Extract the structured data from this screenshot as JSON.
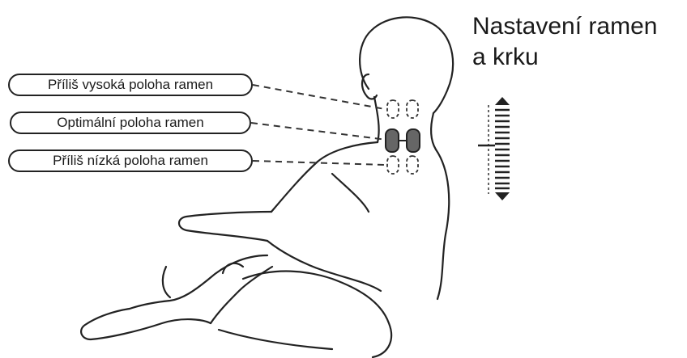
{
  "title": {
    "line1": "Nastavení ramen",
    "line2": "a krku"
  },
  "callouts": [
    {
      "label": "Příliš vysoká poloha ramen",
      "state": "too-high"
    },
    {
      "label": "Optimální poloha ramen",
      "state": "optimal"
    },
    {
      "label": "Příliš nízká poloha ramen",
      "state": "too-low"
    }
  ],
  "colors": {
    "line": "#222222",
    "roller_active": "#666666",
    "background": "#ffffff"
  },
  "icons": [
    "person-seated-back-view",
    "massage-roller-position-indicator",
    "vertical-adjustment-scale"
  ]
}
